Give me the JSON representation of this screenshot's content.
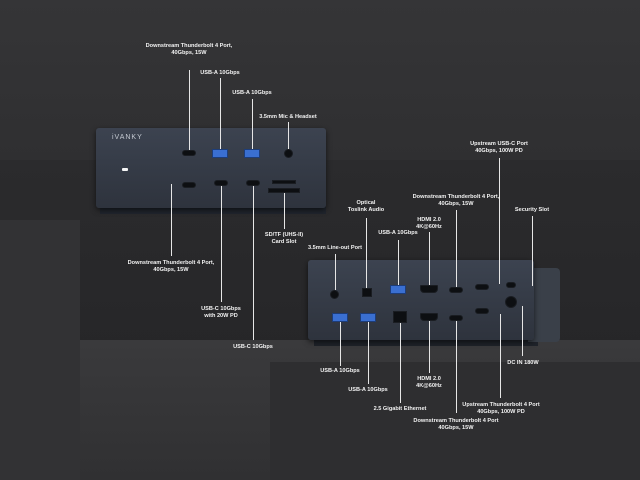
{
  "brand": "iVANKY",
  "labels": {
    "tb4_top": [
      "Downstream Thunderbolt 4 Port,",
      "40Gbps, 15W"
    ],
    "usba_top1": "USB-A 10Gbps",
    "usba_top2": "USB-A 10Gbps",
    "mic": "3.5mm Mic & Headset",
    "sd": [
      "SD/TF (UHS-II)",
      "Card Slot"
    ],
    "tb4_left": [
      "Downstream Thunderbolt 4 Port,",
      "40Gbps, 15W"
    ],
    "usbc_pd": [
      "USB-C 10Gbps",
      "with 20W PD"
    ],
    "usbc": "USB-C 10Gbps",
    "optical": [
      "Optical",
      "Toslink Audio"
    ],
    "lineout": "3.5mm Line-out Port",
    "usba_back": "USB-A 10Gbps",
    "hdmi_top": [
      "HDMI 2.0",
      "4K@60Hz"
    ],
    "tb4_back_top": [
      "Downstream Thunderbolt 4 Port,",
      "40Gbps, 15W"
    ],
    "upstream_c": [
      "Upstream USB-C Port",
      "40Gbps, 100W PD"
    ],
    "security": "Security Slot",
    "usba_b1": "USB-A 10Gbps",
    "usba_b2": "USB-A 10Gbps",
    "ethernet": "2.5 Gigabit Ethernet",
    "hdmi_bottom": [
      "HDMI 2.0",
      "4K@60Hz"
    ],
    "tb4_bottom": [
      "Downstream Thunderbolt 4 Port",
      "40Gbps, 15W"
    ],
    "upstream_tb4": [
      "Upstream Thunderbolt 4 Port",
      "40Gbps, 100W PD"
    ],
    "dcin": "DC IN 180W"
  },
  "colors": {
    "usb_blue": "#3a6fd1",
    "background": "#2c2c2e",
    "text": "#f2f2f2"
  }
}
